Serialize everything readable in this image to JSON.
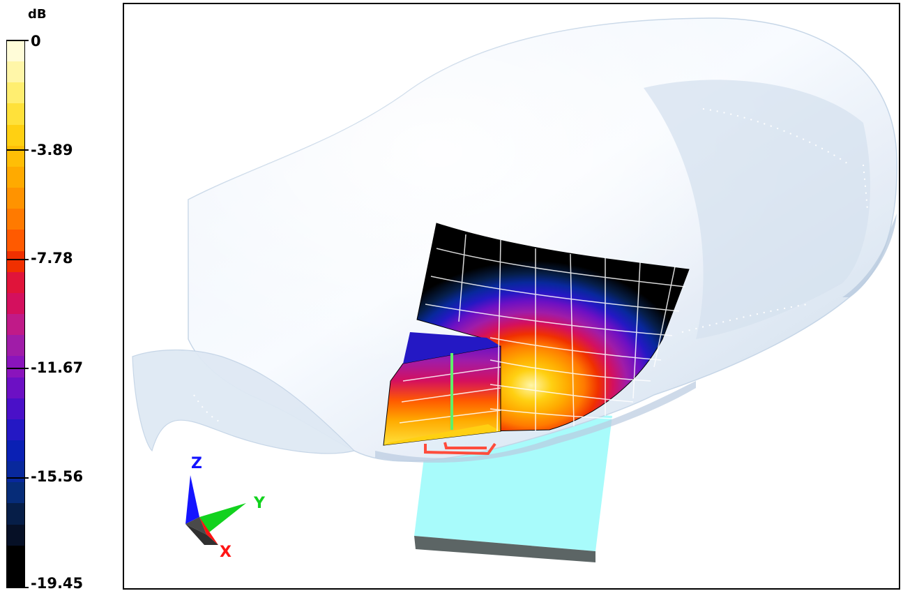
{
  "colorbar": {
    "unit": "dB",
    "labels": [
      "0",
      "-3.89",
      "-7.78",
      "-11.67",
      "-15.56",
      "-19.45"
    ],
    "bands": [
      "#fffcd8",
      "#fff6a8",
      "#ffee70",
      "#ffe13a",
      "#ffd012",
      "#ffbe06",
      "#ffaa00",
      "#ff9300",
      "#ff7a00",
      "#ff5a00",
      "#f03000",
      "#e0143a",
      "#d4105e",
      "#c01a88",
      "#a01ca8",
      "#8a14bc",
      "#6c10c4",
      "#4a10c8",
      "#2418c4",
      "#0a20b4",
      "#08289c",
      "#062c78",
      "#061e48",
      "#061026",
      "#000000",
      "#000000"
    ],
    "tick_fractions": [
      0,
      0.2,
      0.4,
      0.6,
      0.8,
      1.0
    ]
  },
  "viewport": {
    "axis_labels": {
      "z": "Z",
      "y": "Y",
      "x": "X"
    },
    "colors": {
      "hull": "#dfe9f4",
      "hull_shadow": "#b9cbdf",
      "grid": "#ffffff",
      "ground_plane": "#a8fbfb",
      "ground_edge": "#5c6565",
      "feed": "#ff4c3c",
      "axis_z": "#1414ff",
      "axis_y": "#12d21e",
      "axis_x": "#ff1414"
    }
  }
}
